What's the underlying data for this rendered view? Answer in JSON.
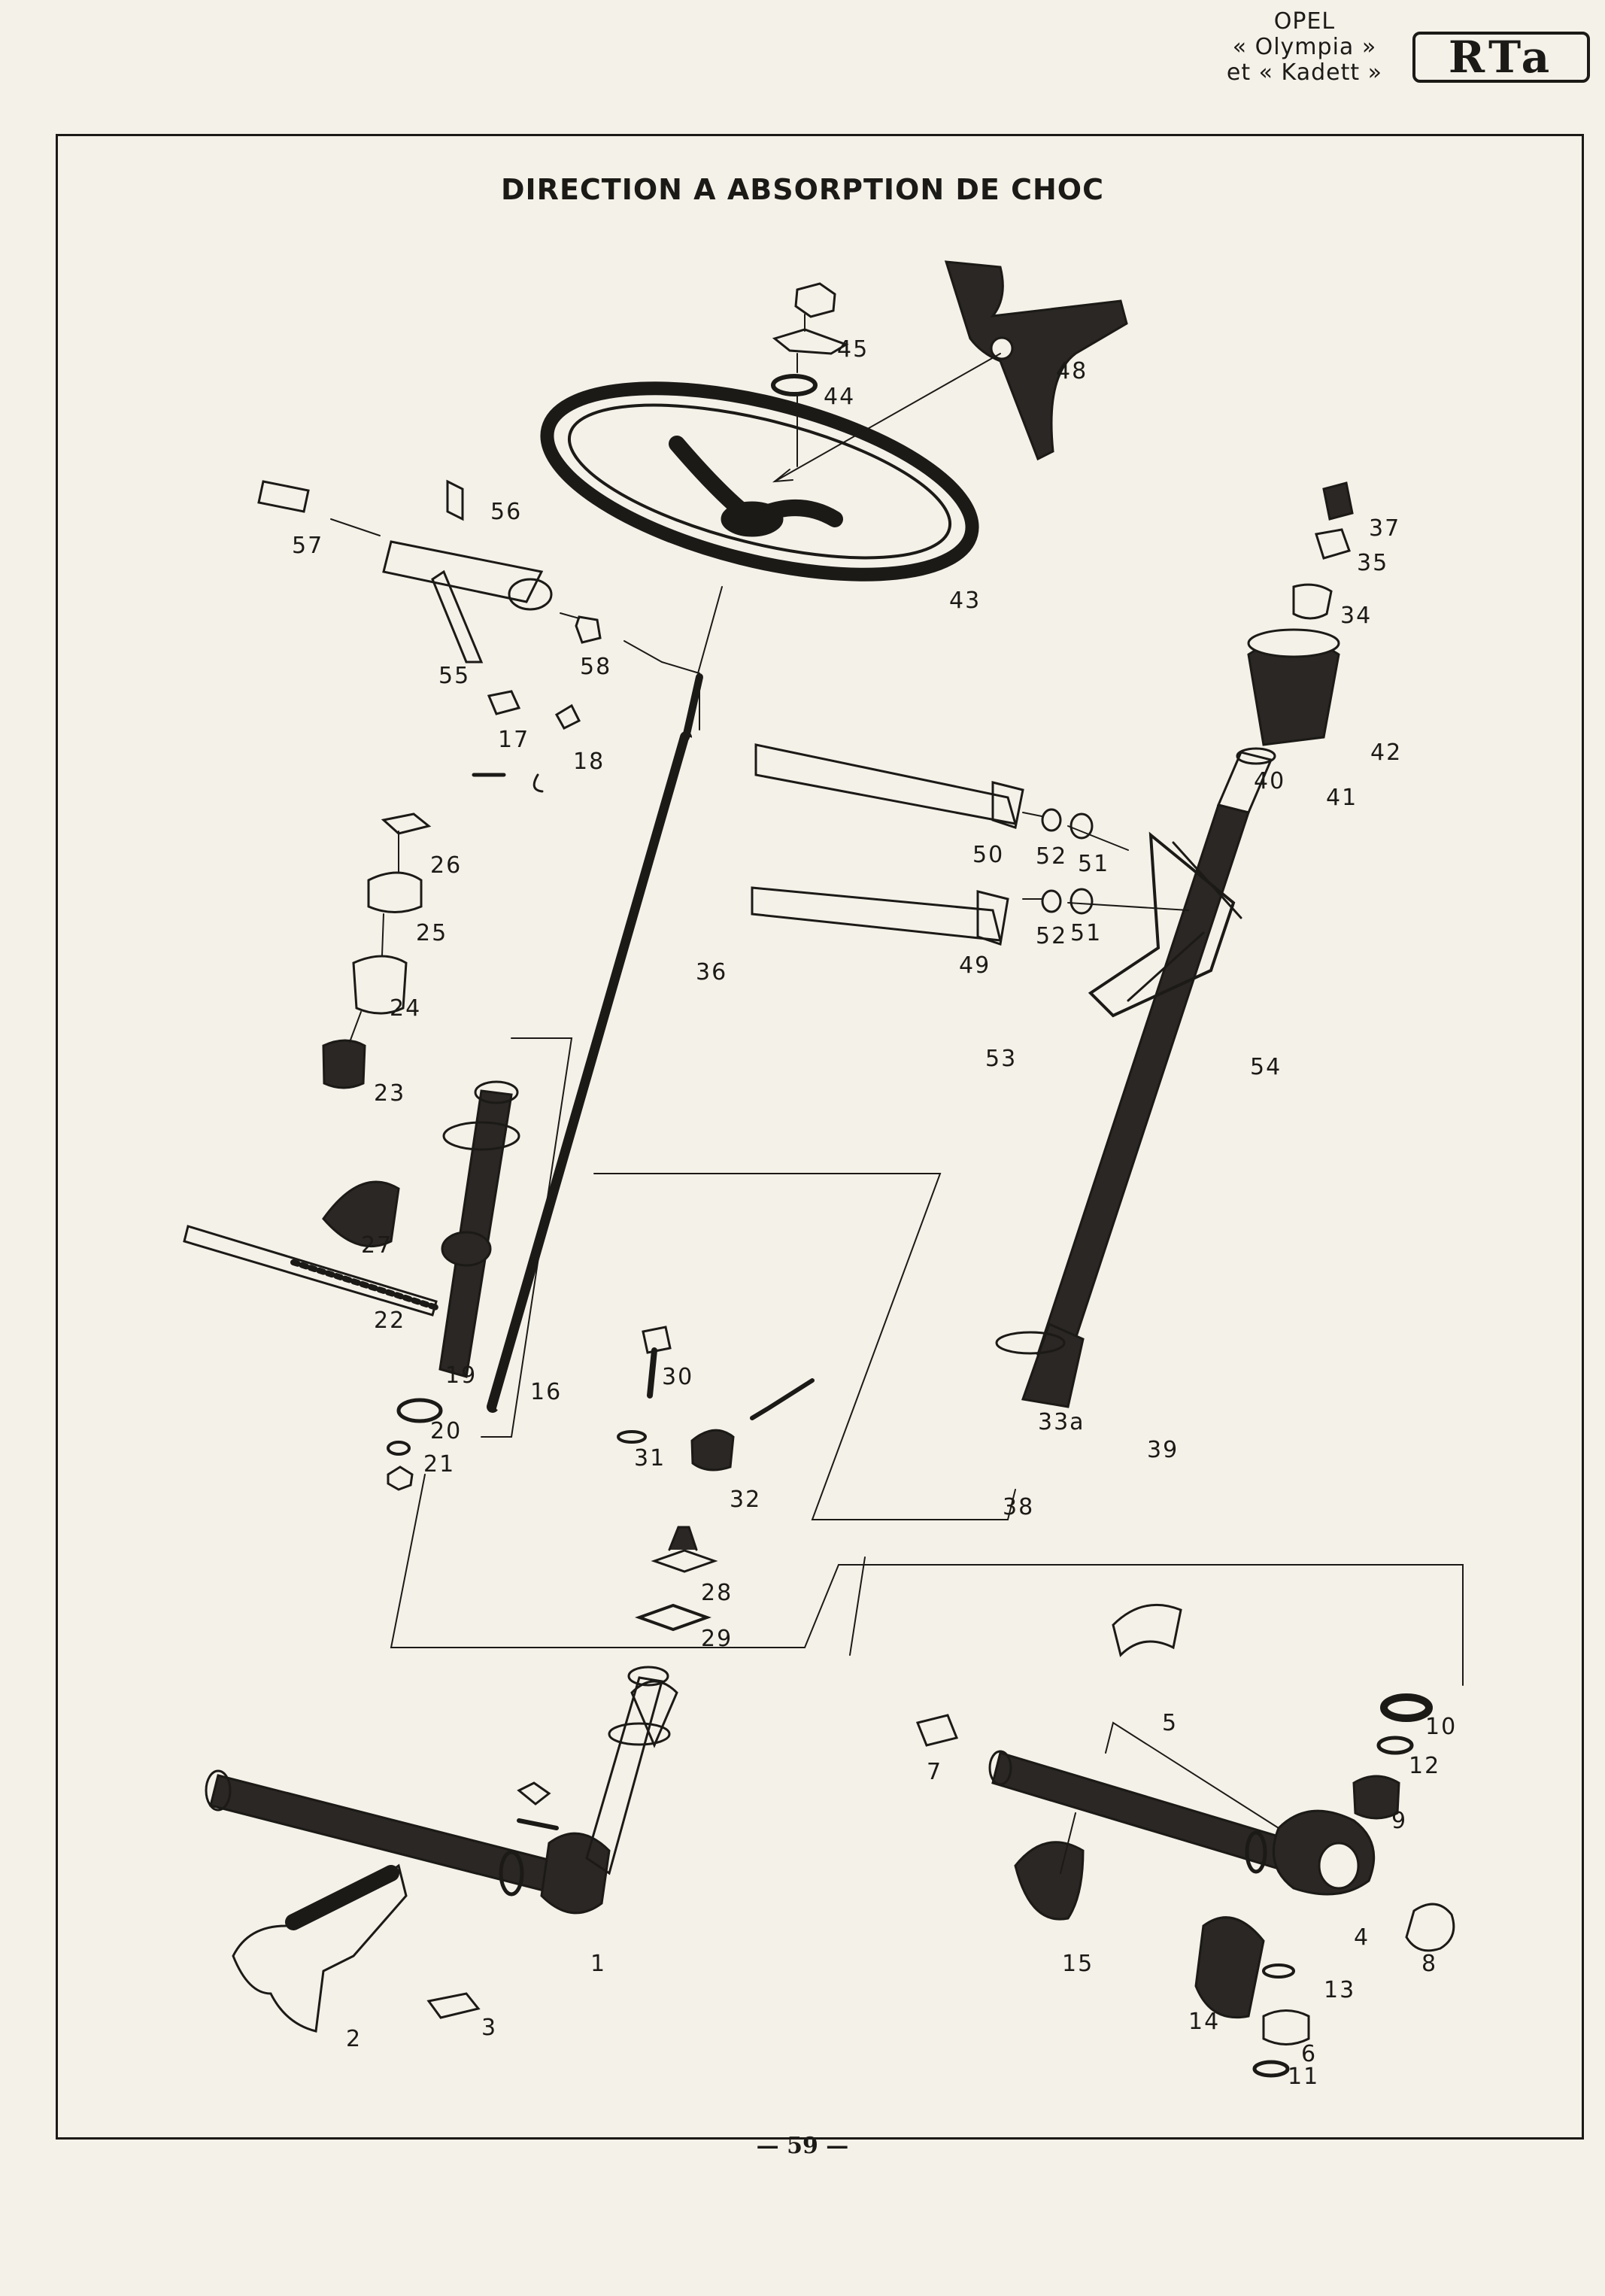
{
  "header": {
    "brand": "OPEL",
    "model_line1": "« Olympia »",
    "model_line2": "et « Kadett »",
    "logo_text": "RTa"
  },
  "title": "DIRECTION A ABSORPTION DE CHOC",
  "part_labels": {
    "p1": "1",
    "p2": "2",
    "p3": "3",
    "p4": "4",
    "p5": "5",
    "p6": "6",
    "p7": "7",
    "p8": "8",
    "p9": "9",
    "p10": "10",
    "p11": "11",
    "p12": "12",
    "p13": "13",
    "p14": "14",
    "p15": "15",
    "p16": "16",
    "p17": "17",
    "p18": "18",
    "p19": "19",
    "p20": "20",
    "p21": "21",
    "p22": "22",
    "p23": "23",
    "p24": "24",
    "p25": "25",
    "p26": "26",
    "p27": "27",
    "p28": "28",
    "p29": "29",
    "p30": "30",
    "p31": "31",
    "p32": "32",
    "p33a": "33a",
    "p34": "34",
    "p35": "35",
    "p36": "36",
    "p37": "37",
    "p38": "38",
    "p39": "39",
    "p40": "40",
    "p41": "41",
    "p42": "42",
    "p43": "43",
    "p44": "44",
    "p45": "45",
    "p48": "48",
    "p49": "49",
    "p50": "50",
    "p51a": "51",
    "p51b": "51",
    "p52a": "52",
    "p52b": "52",
    "p53": "53",
    "p54": "54",
    "p55": "55",
    "p56": "56",
    "p57": "57",
    "p58": "58"
  },
  "page_number": "— 59 —",
  "colors": {
    "ink": "#1c1a17",
    "paper": "#f4f1e8"
  }
}
